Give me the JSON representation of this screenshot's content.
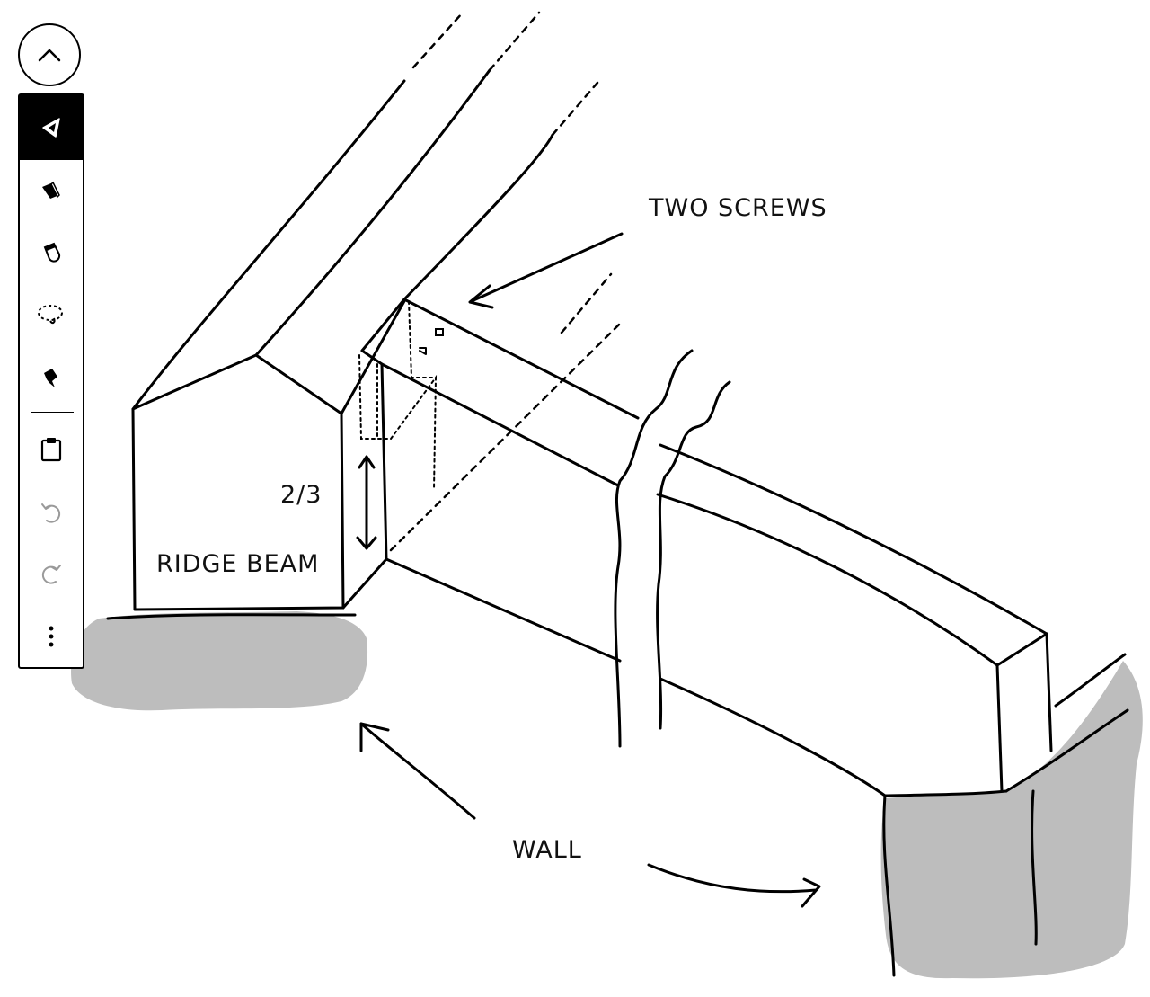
{
  "toolbar": {
    "collapse_icon": "chevron-up-icon",
    "tools": [
      {
        "name": "pen",
        "icon": "pen-icon",
        "active": true
      },
      {
        "name": "highlighter",
        "icon": "highlighter-icon",
        "active": false
      },
      {
        "name": "eraser",
        "icon": "eraser-icon",
        "active": false
      },
      {
        "name": "lasso",
        "icon": "lasso-icon",
        "active": false
      },
      {
        "name": "fill",
        "icon": "fill-icon",
        "active": false
      },
      {
        "name": "clipboard",
        "icon": "clipboard-icon",
        "active": false
      },
      {
        "name": "undo",
        "icon": "undo-icon",
        "enabled": false
      },
      {
        "name": "redo",
        "icon": "redo-icon",
        "enabled": false
      },
      {
        "name": "more",
        "icon": "more-vertical-icon",
        "active": false
      }
    ],
    "active_color": "#000000",
    "disabled_color": "#9a9a9a"
  },
  "sketch": {
    "labels": {
      "two_screws": "TWO SCREWS",
      "fraction": "2/3",
      "ridge_beam": "RIDGE BEAM",
      "wall": "WALL"
    },
    "ink_color": "#000000",
    "shade_color": "#bdbdbd"
  }
}
